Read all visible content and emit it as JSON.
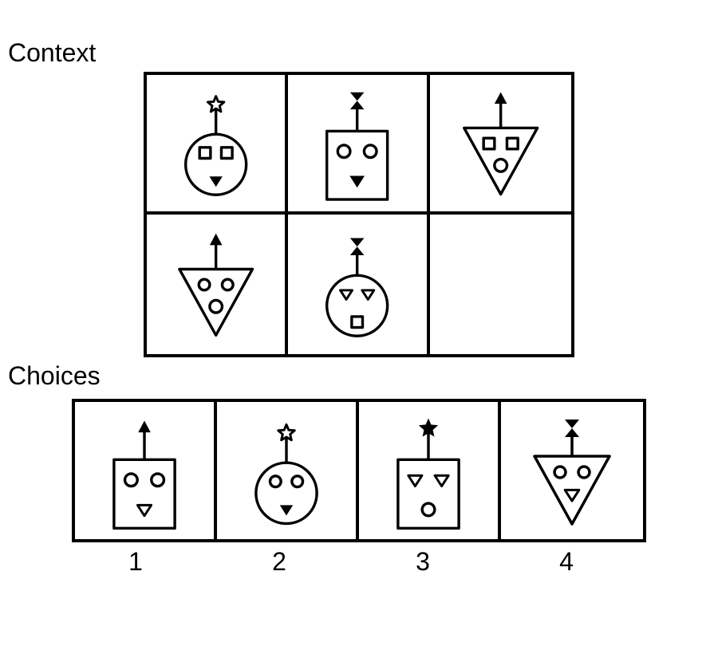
{
  "context_label": "Context",
  "choices_label": "Choices",
  "context_cells": [
    {
      "body": "circle",
      "top": "star-outline",
      "eyes": "square",
      "mouth": "triangle-filled"
    },
    {
      "body": "square",
      "top": "hourglass",
      "eyes": "circle",
      "mouth": "triangle-filled"
    },
    {
      "body": "triangle",
      "top": "arrow",
      "eyes": "square",
      "mouth": "circle"
    },
    {
      "body": "triangle",
      "top": "arrow",
      "eyes": "circle",
      "mouth": "circle"
    },
    {
      "body": "circle",
      "top": "hourglass",
      "eyes": "triangle-outline",
      "mouth": "square"
    },
    null
  ],
  "choices": [
    {
      "label": "1",
      "body": "square",
      "top": "arrow",
      "eyes": "circle",
      "mouth": "triangle-outline"
    },
    {
      "label": "2",
      "body": "circle",
      "top": "star-outline",
      "eyes": "circle",
      "mouth": "triangle-filled"
    },
    {
      "label": "3",
      "body": "square",
      "top": "star-filled",
      "eyes": "triangle-outline",
      "mouth": "circle"
    },
    {
      "label": "4",
      "body": "triangle",
      "top": "hourglass",
      "eyes": "circle",
      "mouth": "triangle-outline"
    }
  ]
}
